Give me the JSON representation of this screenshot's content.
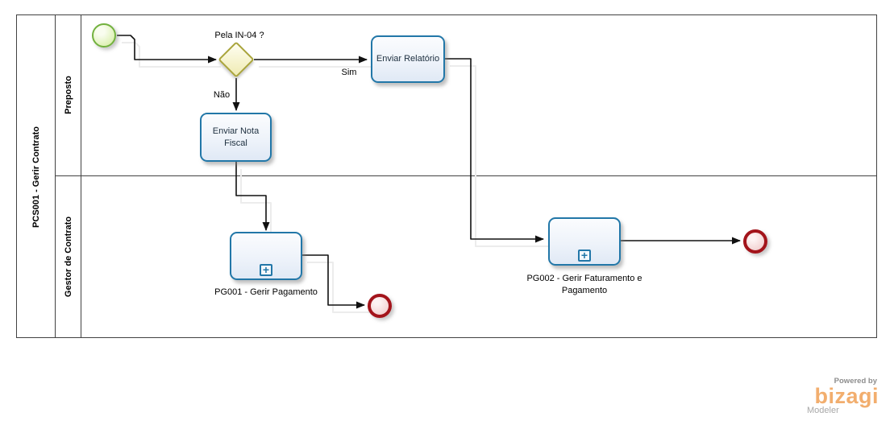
{
  "diagram": {
    "pool": {
      "title": "PCS001 - Gerir Contrato"
    },
    "lanes": [
      {
        "label": "Preposto"
      },
      {
        "label": "Gestor de Contrato"
      }
    ],
    "labels": {
      "gateway": "Pela IN-04 ?",
      "task_relatorio": "Enviar Relatório",
      "task_nota_fiscal": "Enviar Nota Fiscal",
      "subprocess_pg001": "PG001 - Gerir Pagamento",
      "subprocess_pg002": "PG002 - Gerir Faturamento e Pagamento",
      "flow_sim": "Sim",
      "flow_nao": "Não"
    },
    "icons": {
      "subprocess_plus": "+"
    },
    "colors": {
      "task_border": "#2277a8",
      "start_border": "#72b13e",
      "gateway_border": "#a9a43a",
      "end_border": "#a3141b",
      "pool_line": "#424242",
      "brand_orange": "#f2ae6e"
    }
  },
  "branding": {
    "powered_by": "Powered by",
    "brand": "bizagi",
    "product": "Modeler"
  }
}
